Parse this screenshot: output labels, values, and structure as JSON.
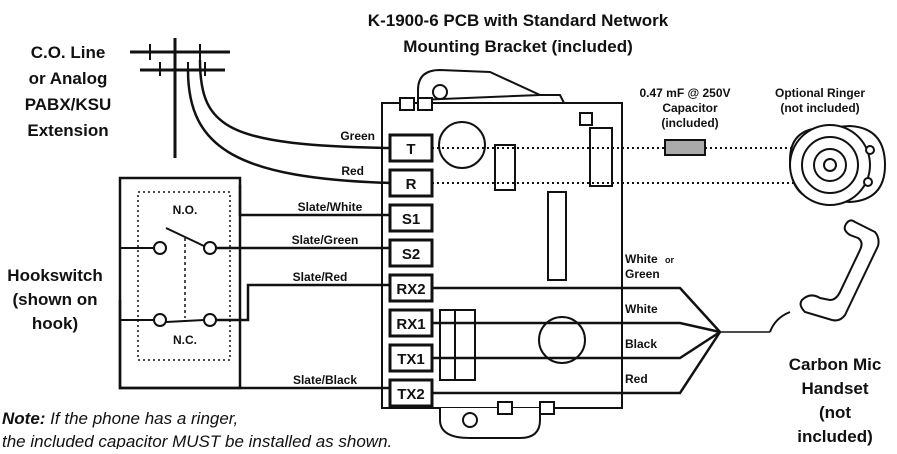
{
  "title": {
    "line1": "K-1900-6 PCB with Standard Network",
    "line2": "Mounting Bracket (included)"
  },
  "co_line": {
    "line1": "C.O. Line",
    "line2": "or Analog",
    "line3": "PABX/KSU",
    "line4": "Extension"
  },
  "capacitor": {
    "line1": "0.47 mF @ 250V",
    "line2": "Capacitor",
    "line3": "(included)"
  },
  "ringer": {
    "line1": "Optional Ringer",
    "line2": "(not included)"
  },
  "hookswitch": {
    "line1": "Hookswitch",
    "line2": "(shown on",
    "line3": "hook)",
    "no_label": "N.O.",
    "nc_label": "N.C."
  },
  "handset": {
    "line1": "Carbon Mic",
    "line2": "Handset",
    "line3": "(not",
    "line4": "included)"
  },
  "terminals": [
    "T",
    "R",
    "S1",
    "S2",
    "RX2",
    "RX1",
    "TX1",
    "TX2"
  ],
  "left_wires": {
    "green": "Green",
    "red": "Red",
    "slate_white": "Slate/White",
    "slate_green": "Slate/Green",
    "slate_red": "Slate/Red",
    "slate_black": "Slate/Black"
  },
  "right_wires": {
    "white_or": "White",
    "or_word": "or",
    "green": "Green",
    "white": "White",
    "black": "Black",
    "red": "Red"
  },
  "note": {
    "prefix": "Note:",
    "line1": " If the phone has a ringer,",
    "line2": "the included capacitor MUST be installed as shown."
  }
}
